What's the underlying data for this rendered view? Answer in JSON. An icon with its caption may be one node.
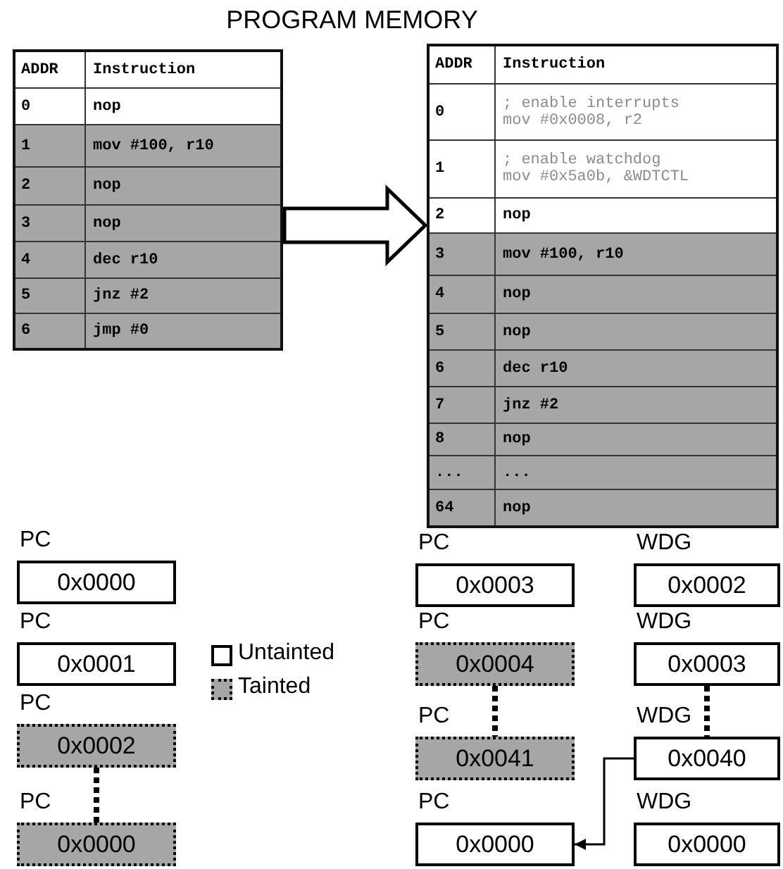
{
  "diagram": {
    "title": "PROGRAM MEMORY",
    "nodes": [
      {
        "text": [
          "ADDR",
          "Instruction"
        ]
      },
      {
        "text": [
          "0",
          "nop"
        ],
        "in": 0
      },
      {
        "text": [
          "1",
          "mov #100, r10"
        ],
        "in": 0
      },
      {
        "text": [
          "2",
          "nop"
        ],
        "in": 0
      },
      {
        "text": [
          "3",
          "nop"
        ],
        "in": 0
      },
      {
        "text": [
          "4",
          "dec r10"
        ],
        "in": 0
      },
      {
        "text": [
          "5",
          "jnz #2"
        ],
        "in": 0
      },
      {
        "text": [
          "6",
          "jmp #0"
        ],
        "in": 0
      },
      {
        "text": [
          "ADDR",
          "Instruction"
        ]
      },
      {
        "text": [
          "0",
          "; enable interrupts",
          "mov #0x0008, r2"
        ],
        "in": 8
      },
      {
        "text": [
          "1",
          "; enable watchdog",
          "mov #0x5a0b, &WDTCTL"
        ],
        "in": 8
      },
      {
        "text": [
          "2",
          "nop"
        ],
        "in": 8
      },
      {
        "text": [
          "3",
          "mov #100, r10"
        ],
        "in": 8
      },
      {
        "text": [
          "4",
          "nop"
        ],
        "in": 8
      },
      {
        "text": [
          "5",
          "nop"
        ],
        "in": 8
      },
      {
        "text": [
          "6",
          "dec r10"
        ],
        "in": 8
      },
      {
        "text": [
          "7",
          "jnz #2"
        ],
        "in": 8
      },
      {
        "text": [
          "8",
          "nop"
        ],
        "in": 8
      },
      {
        "text": [
          "...",
          "..."
        ],
        "in": 8
      },
      {
        "text": [
          "64",
          "nop"
        ],
        "in": 8
      },
      {
        "text": [
          "PC",
          "0x0000"
        ]
      },
      {
        "text": [
          "PC",
          "0x0001"
        ]
      },
      {
        "text": [
          "PC",
          "0x0002"
        ]
      },
      {
        "text": [
          "PC",
          "0x0000"
        ]
      },
      {
        "text": [
          "PC",
          "0x0003"
        ]
      },
      {
        "text": [
          "WDG",
          "0x0002"
        ]
      },
      {
        "text": [
          "PC",
          "0x0004"
        ]
      },
      {
        "text": [
          "WDG",
          "0x0003"
        ]
      },
      {
        "text": [
          "PC",
          "0x0041"
        ]
      },
      {
        "text": [
          "WDG",
          "0x0040"
        ]
      },
      {
        "text": [
          "PC",
          "0x0000"
        ]
      },
      {
        "text": [
          "WDG",
          "0x0000"
        ]
      }
    ],
    "edges": [
      {
        "from": 0,
        "to": 8,
        "arrow": "to",
        "style": "thick"
      },
      {
        "from": 22,
        "to": 23,
        "arrow": "none",
        "style": "dashed"
      },
      {
        "from": 26,
        "to": 28,
        "arrow": "none",
        "style": "dashed"
      },
      {
        "from": 27,
        "to": 29,
        "arrow": "none",
        "style": "dashed"
      },
      {
        "from": 29,
        "to": 30,
        "arrow": "to"
      }
    ],
    "legend": [
      {
        "text": "Untainted"
      },
      {
        "text": "Tainted"
      }
    ]
  }
}
